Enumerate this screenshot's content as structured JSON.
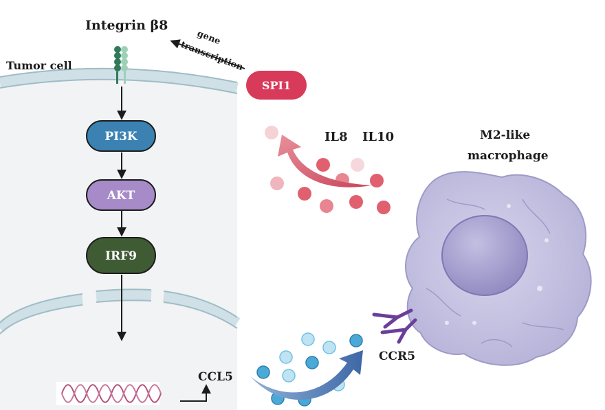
{
  "labels": {
    "integrin": "Integrin β8",
    "tumor_cell": "Tumor cell",
    "gene": "gene",
    "transcription": "transcription",
    "spi1": "SPI1",
    "il8": "IL8",
    "il10": "IL10",
    "m2_line1": "M2-like",
    "m2_line2": "macrophage",
    "pi3k": "PI3K",
    "akt": "AKT",
    "irf9": "IRF9",
    "ccl5": "CCL5",
    "ccr5": "CCR5"
  },
  "colors": {
    "cell_bg": "#f2f3f4",
    "membrane": "#cfe0e6",
    "membrane_line": "#9fbcc7",
    "pi3k": "#3b82b3",
    "akt": "#a78bc9",
    "irf9": "#3f5b34",
    "spi1": "#d83a5a",
    "red_dot": "#e06070",
    "red_arrow": "#d9606e",
    "blue_dot": "#6ec1e4",
    "blue_arrow": "#4f79b3",
    "macrophage": "#c9c7e3",
    "nucleus": "#a8a3cf",
    "ccr5": "#6b3f99",
    "dna": "#b5527e",
    "integrin_dark": "#2f7a5a",
    "integrin_light": "#9ed0b6"
  },
  "icons": [
    "integrin-receptor-icon",
    "dna-helix-icon",
    "ccr5-receptor-icon",
    "macrophage-cell-icon"
  ]
}
